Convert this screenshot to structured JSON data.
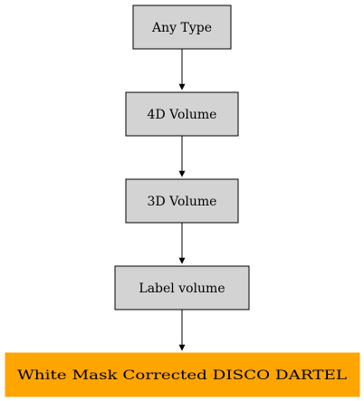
{
  "diagram": {
    "nodes": [
      {
        "label": "Any Type",
        "fill": "#d3d3d3",
        "stroke": "#000000"
      },
      {
        "label": "4D Volume",
        "fill": "#d3d3d3",
        "stroke": "#000000"
      },
      {
        "label": "3D Volume",
        "fill": "#d3d3d3",
        "stroke": "#000000"
      },
      {
        "label": "Label volume",
        "fill": "#d3d3d3",
        "stroke": "#000000"
      },
      {
        "label": "White Mask Corrected DISCO DARTEL",
        "fill": "#ffa500",
        "stroke": "#ffa500"
      }
    ],
    "edges": [
      {
        "from": 0,
        "to": 1
      },
      {
        "from": 1,
        "to": 2
      },
      {
        "from": 2,
        "to": 3
      },
      {
        "from": 3,
        "to": 4
      }
    ],
    "colors": {
      "edge": "#000000",
      "background": "#ffffff"
    }
  }
}
